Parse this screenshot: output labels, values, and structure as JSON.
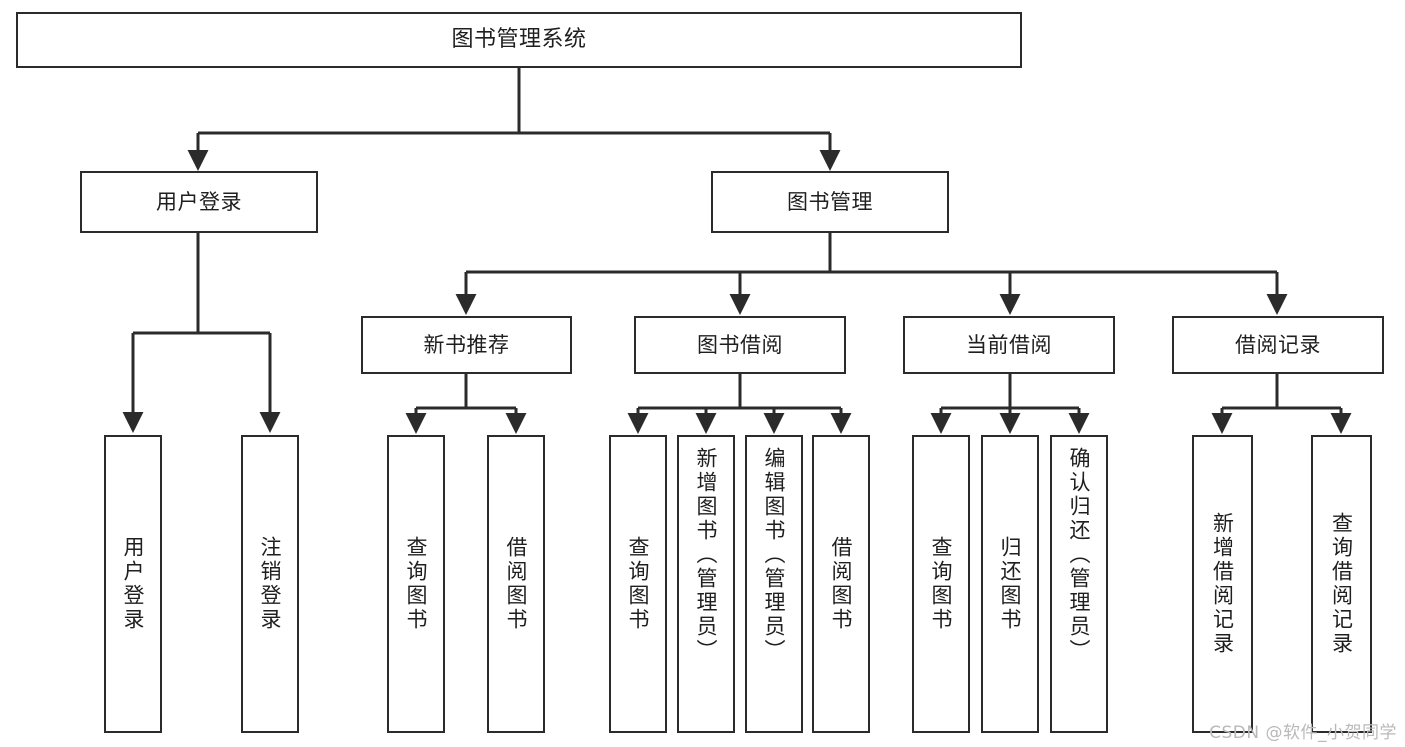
{
  "diagram": {
    "title": "图书管理系统",
    "type": "functional-structure-tree",
    "stroke_color": "#2b2b2b",
    "background_color": "#ffffff",
    "text_color": "#1f1f1f"
  },
  "root": {
    "label": "图书管理系统"
  },
  "level2": [
    {
      "id": "user-login",
      "label": "用户登录"
    },
    {
      "id": "book-management",
      "label": "图书管理"
    }
  ],
  "level3": [
    {
      "id": "new-book-recommend",
      "label": "新书推荐"
    },
    {
      "id": "book-borrow",
      "label": "图书借阅"
    },
    {
      "id": "current-borrow",
      "label": "当前借阅"
    },
    {
      "id": "borrow-record",
      "label": "借阅记录"
    }
  ],
  "leaves": {
    "user_login": [
      {
        "id": "leaf-user-login",
        "label": "用户登录"
      },
      {
        "id": "leaf-logout-login",
        "label": "注销登录"
      }
    ],
    "new_book_recommend": [
      {
        "id": "leaf-query-book-1",
        "label": "查询图书"
      },
      {
        "id": "leaf-borrow-book-1",
        "label": "借阅图书"
      }
    ],
    "book_borrow": [
      {
        "id": "leaf-query-book-2",
        "label": "查询图书"
      },
      {
        "id": "leaf-add-book",
        "label": "新增图书（管理员）"
      },
      {
        "id": "leaf-edit-book",
        "label": "编辑图书（管理员）"
      },
      {
        "id": "leaf-borrow-book-2",
        "label": "借阅图书"
      }
    ],
    "current_borrow": [
      {
        "id": "leaf-query-book-3",
        "label": "查询图书"
      },
      {
        "id": "leaf-return-book",
        "label": "归还图书"
      },
      {
        "id": "leaf-confirm-return",
        "label": "确认归还（管理员）"
      }
    ],
    "borrow_record": [
      {
        "id": "leaf-add-borrow-record",
        "label": "新增借阅记录"
      },
      {
        "id": "leaf-query-borrow-record",
        "label": "查询借阅记录"
      }
    ]
  },
  "watermark": {
    "text": "CSDN @软件_小贺同学"
  }
}
